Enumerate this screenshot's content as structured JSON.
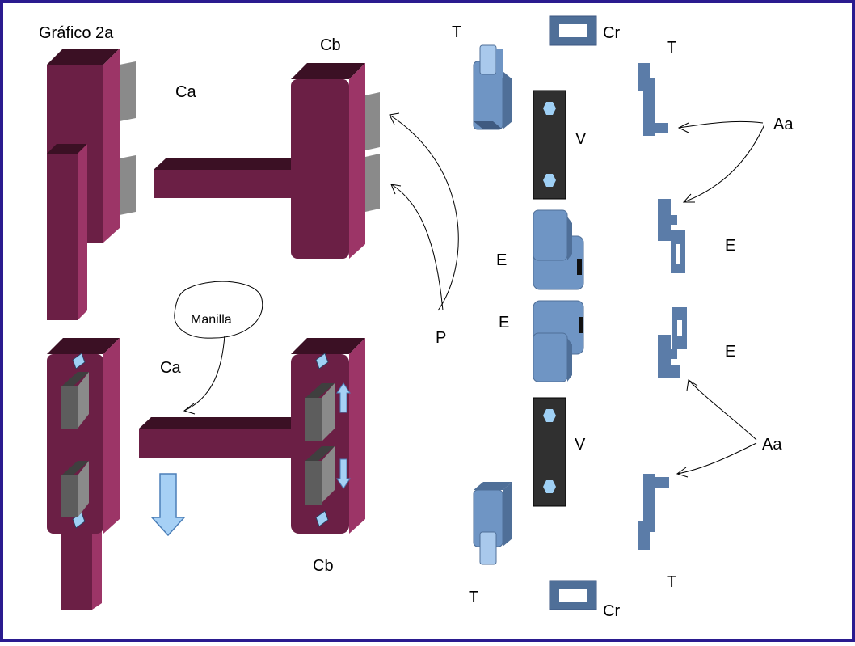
{
  "title": "Gráfico 2a",
  "labels": {
    "ca_top": "Ca",
    "cb_top": "Cb",
    "ca_bottom": "Ca",
    "cb_bottom": "Cb",
    "manilla": "Manilla",
    "p": "P",
    "t_top_left": "T",
    "t_top_right": "T",
    "cr_top": "Cr",
    "v_top": "V",
    "e_left_upper": "E",
    "e_left_lower": "E",
    "v_bottom": "V",
    "t_bottom_left": "T",
    "cr_bottom": "Cr",
    "aa_top": "Aa",
    "e_right_upper": "E",
    "e_right_lower": "E",
    "aa_bottom": "Aa",
    "t_bottom_right": "T"
  },
  "colors": {
    "border": "#2a1b8f",
    "handle_front": "#6b1f45",
    "handle_top": "#3b1024",
    "handle_side": "#9c3567",
    "lever_front": "#6b1f45",
    "block_front": "#5d5d5d",
    "block_side": "#8a8a8a",
    "part_blue": "#6f95c4",
    "part_blue_light": "#a9c9ec",
    "part_blue_dark": "#4f6f98",
    "plate_dark": "#303030",
    "hole_blue": "#9fd0f5",
    "arrow_fill": "#a6d0f5",
    "arrow_stroke": "#4c7fb8"
  }
}
